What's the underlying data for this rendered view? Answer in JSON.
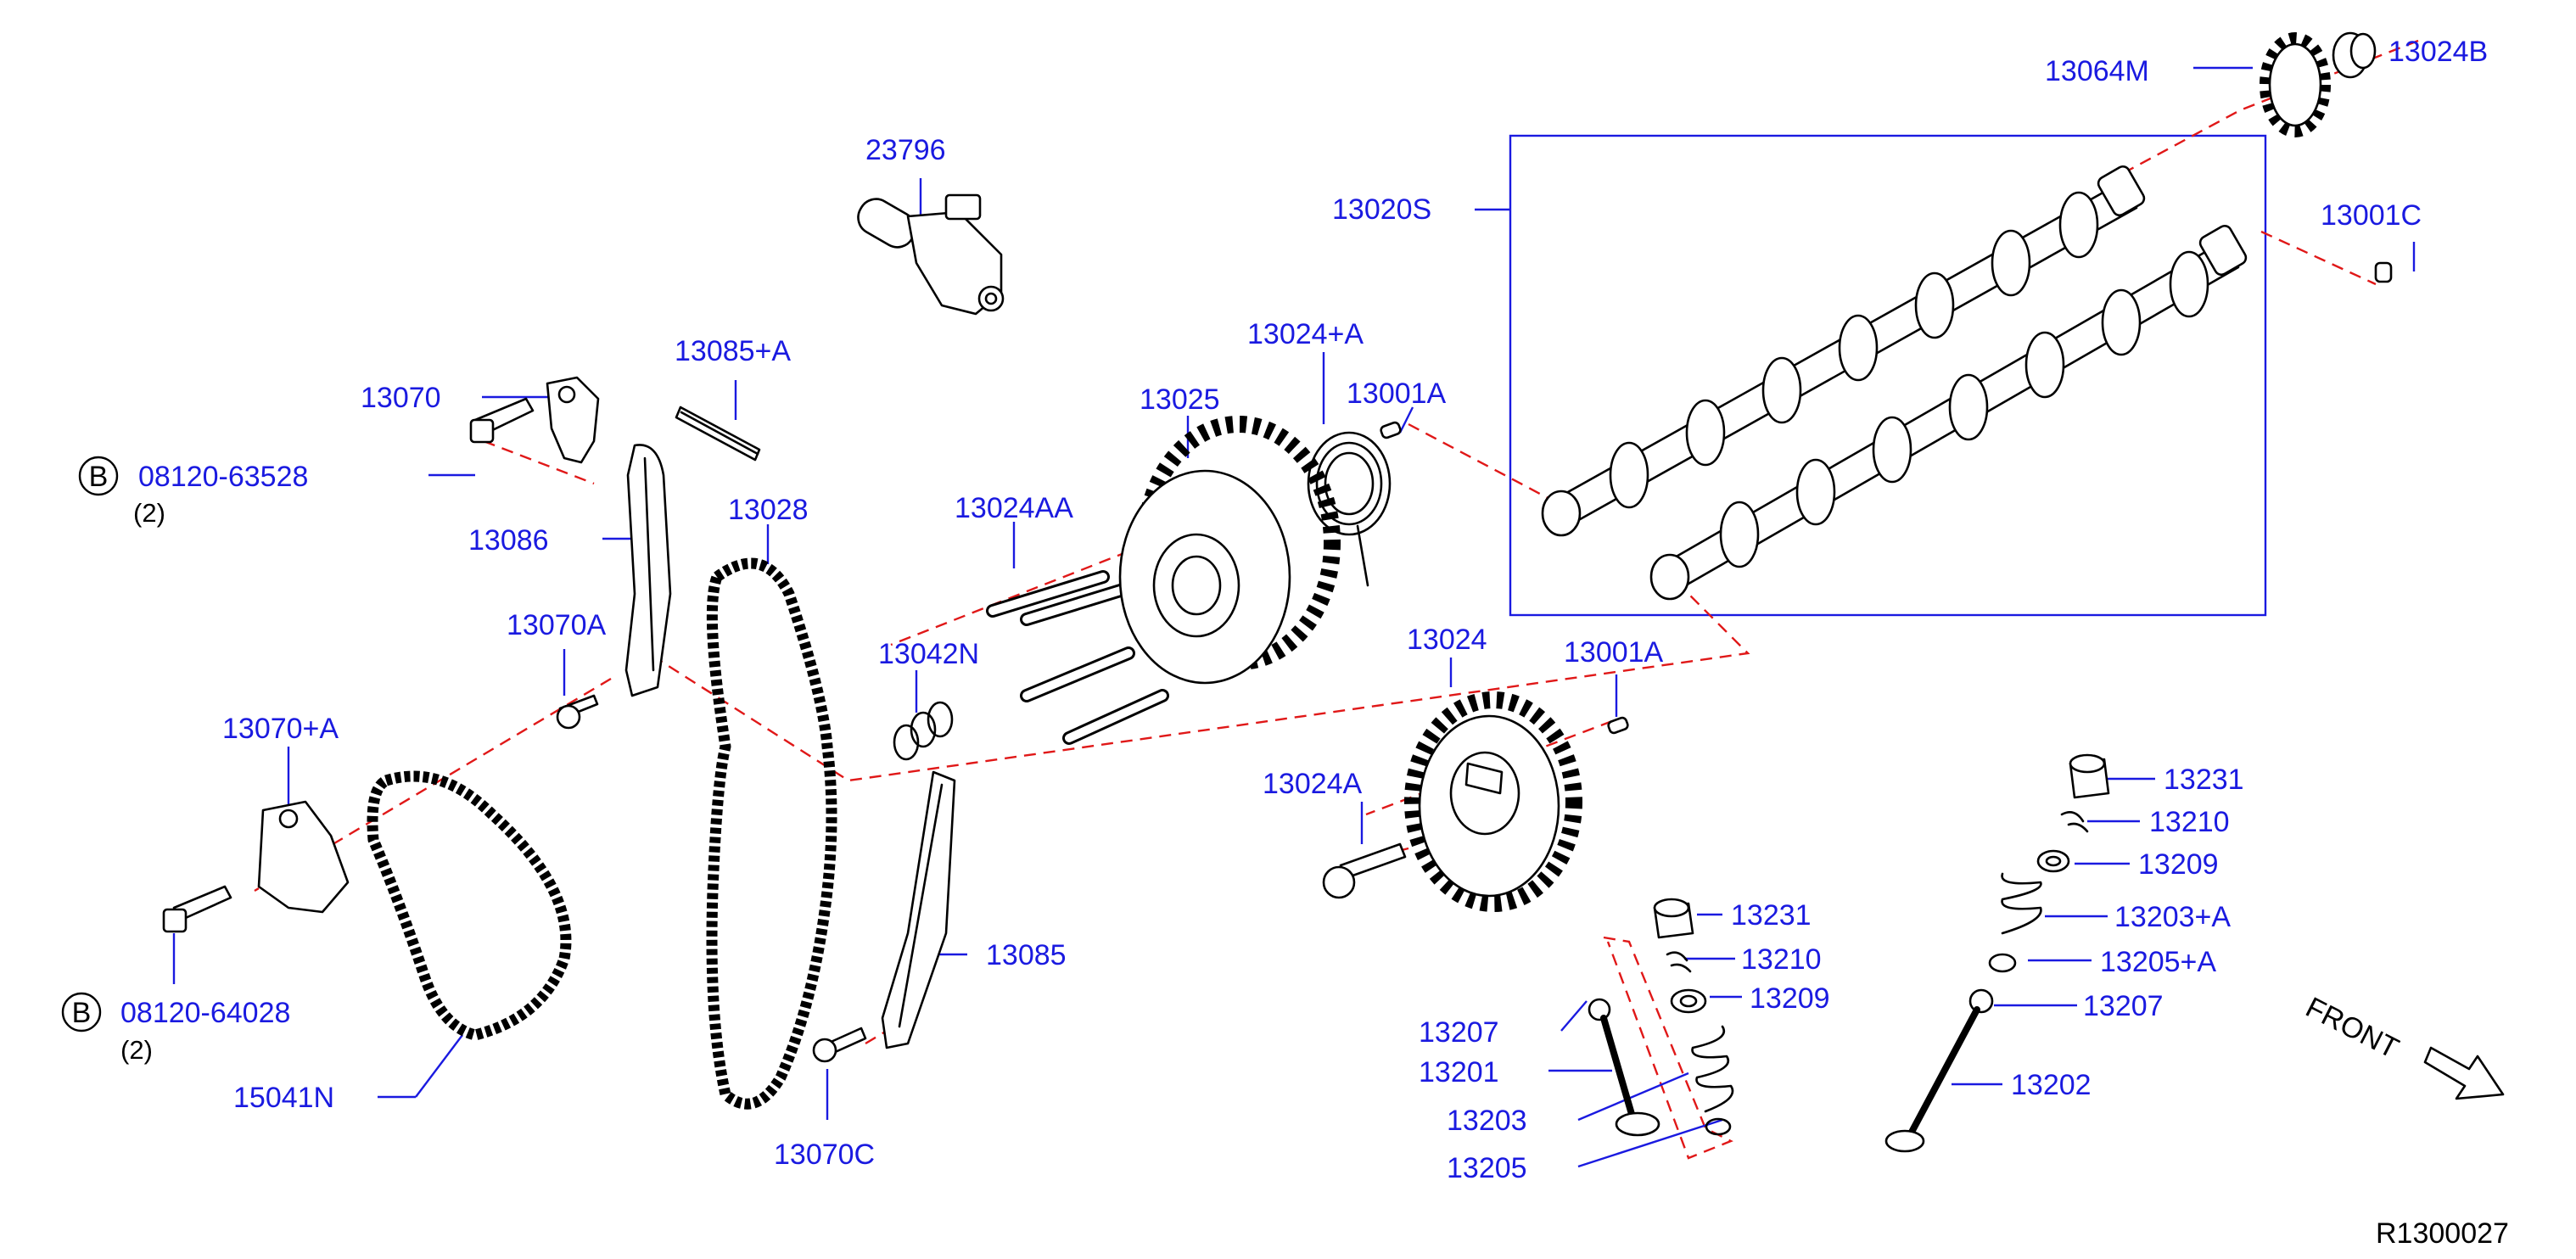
{
  "labels": {
    "p23796": "23796",
    "p13064M": "13064M",
    "p13024B": "13024B",
    "p13020S": "13020S",
    "p13001C": "13001C",
    "p13085A": "13085+A",
    "p13070": "13070",
    "p13024A_plus": "13024+A",
    "p13025": "13025",
    "p13001A_top": "13001A",
    "p08120_63528": "08120-63528",
    "p13086": "13086",
    "p13028": "13028",
    "p13024AA": "13024AA",
    "p13070A": "13070A",
    "p13042N": "13042N",
    "p13024": "13024",
    "p13001A_mid": "13001A",
    "p13070_plusA": "13070+A",
    "p13024A": "13024A",
    "p13231_right": "13231",
    "p13210_right": "13210",
    "p13209_right": "13209",
    "p13203_plusA": "13203+A",
    "p13205_plusA": "13205+A",
    "p13207_right": "13207",
    "p13202": "13202",
    "p13231_mid": "13231",
    "p13210_mid": "13210",
    "p13209_mid": "13209",
    "p13085": "13085",
    "p13207_left": "13207",
    "p13201": "13201",
    "p13203": "13203",
    "p13205": "13205",
    "p08120_64028": "08120-64028",
    "p15041N": "15041N",
    "p13070C": "13070C"
  },
  "quantities": {
    "q_bolt_upper": "(2)",
    "q_bolt_lower": "(2)"
  },
  "bolt_marker": "B",
  "front_label": "FRONT",
  "diagram_code": "R1300027",
  "colors": {
    "part_number": "#1a1ae0",
    "assembly_line": "#e01818",
    "outline": "#000000"
  }
}
